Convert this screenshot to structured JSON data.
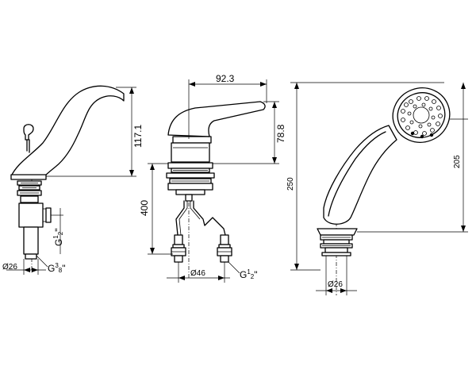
{
  "dimensions": {
    "spout_height": "117.1",
    "spout_diameter": "Ø26",
    "spout_inlet_thread": "G",
    "spout_inlet_thread_fraction": "3/8\"",
    "spout_side_thread": "G",
    "spout_side_thread_fraction": "1/2\"",
    "mixer_width": "92.3",
    "mixer_height": "78.8",
    "hose_length": "400",
    "mixer_diameter": "Ø46",
    "mixer_thread": "G",
    "mixer_thread_fraction": "1/2\"",
    "shower_total_height": "250",
    "shower_head_height": "205",
    "shower_diameter": "Ø26"
  }
}
